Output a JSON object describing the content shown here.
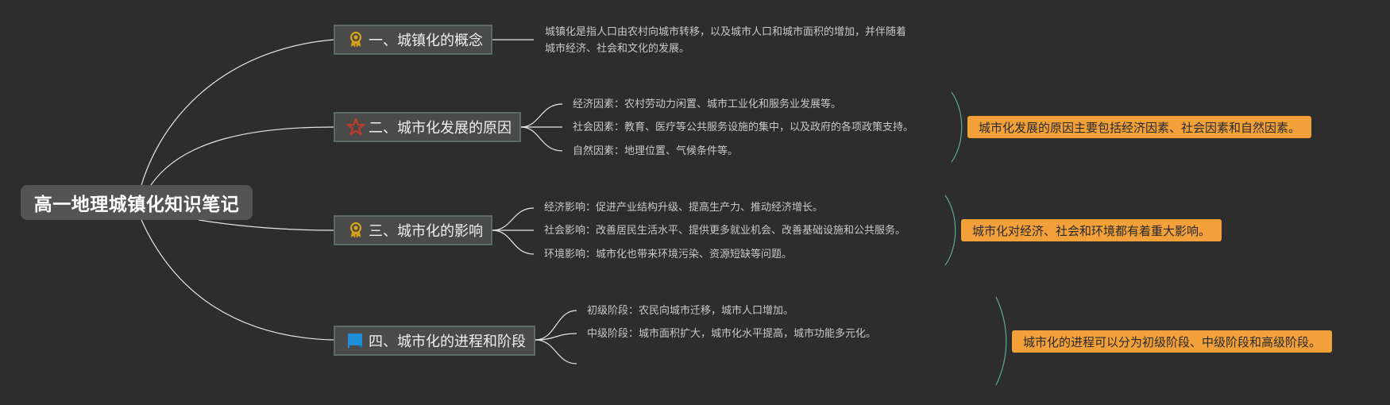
{
  "root": {
    "title": "高一地理城镇化知识笔记"
  },
  "topics": [
    {
      "title": "一、城镇化的概念",
      "icon": "award-ribbon-icon",
      "details": [
        "城镇化是指人口由农村向城市转移，以及城市人口和城市面积的增加，并伴随着",
        "城市经济、社会和文化的发展。"
      ]
    },
    {
      "title": "二、城市化发展的原因",
      "icon": "red-star-icon",
      "details": [
        "经济因素：农村劳动力闲置、城市工业化和服务业发展等。",
        "社会因素：教育、医疗等公共服务设施的集中，以及政府的各项政策支持。",
        "自然因素：地理位置、气候条件等。"
      ],
      "summary": "城市化发展的原因主要包括经济因素、社会因素和自然因素。"
    },
    {
      "title": "三、城市化的影响",
      "icon": "award-ribbon-icon",
      "details": [
        "经济影响：促进产业结构升级、提高生产力、推动经济增长。",
        "社会影响：改善居民生活水平、提供更多就业机会、改善基础设施和公共服务。",
        "环境影响：城市化也带来环境污染、资源短缺等问题。"
      ],
      "summary": "城市化对经济、社会和环境都有着重大影响。"
    },
    {
      "title": "四、城市化的进程和阶段",
      "icon": "blue-flag-icon",
      "details": [
        "初级阶段：农民向城市迁移，城市人口增加。",
        "中级阶段：城市面积扩大，城市化水平提高，城市功能多元化。",
        ""
      ],
      "summary": "城市化的进程可以分为初级阶段、中级阶段和高级阶段。"
    }
  ],
  "colors": {
    "background": "#2d2d2d",
    "summary_fill": "#f2a03a",
    "branch_line": "#e6e6e6",
    "summary_bracket": "#5fa88d",
    "medal_gold": "#d9a21b",
    "star_red": "#c0392b",
    "flag_blue": "#1e8fd6"
  }
}
